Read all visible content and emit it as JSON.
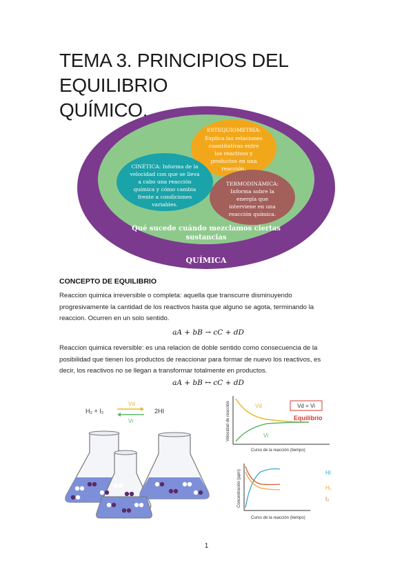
{
  "document": {
    "title_line1": "TEMA 3. PRINCIPIOS DEL EQUILIBRIO",
    "title_line2": "QUÍMICO.",
    "page_number": "1"
  },
  "diagram": {
    "outer_label": "QUÍMICA",
    "inner_label_line1": "Qué sucede cuándo mezclamos ciertas",
    "inner_label_line2": "sustancias",
    "estequiometria": [
      "ESTEQUIOMETRÍA:",
      "Explica las relaciones",
      "cuantitativas entre",
      "los reactivos y",
      "productos en una",
      "reacción."
    ],
    "cinetica": [
      "CINÉTICA: Informa de la",
      "velocidad con que se lleva",
      "a cabo una reacción",
      "química y cómo cambia",
      "frente a condiciones",
      "variables."
    ],
    "termodinamica": [
      "TERMODINÁMICA:",
      "Informa sobre la",
      "energía que",
      "interviene en una",
      "reacción química."
    ],
    "colors": {
      "outer": "#7b3a8e",
      "inner": "#8ec98c",
      "estequiometria": "#f2a71b",
      "cinetica": "#1aa3a8",
      "termodinamica": "#a35f5a"
    }
  },
  "concepto": {
    "heading": "CONCEPTO DE EQUILIBRIO",
    "irreversible": [
      "Reaccion quimica irreversible o completa: aquella que transcurre disminuyendo",
      "progresivamente la cantidad de los reactivos hasta que alguno se agota, terminando la",
      "reaccion. Ocurren en un solo sentido."
    ],
    "eq_irreversible": "aA + bB → cC + dD",
    "reversible": [
      "Reaccion quimica reversible: es una relacion de doble sentido como consecuencia de la",
      "posibilidad que tienen los productos de reaccionar para formar de nuevo los reactivos, es",
      "decir, los reactivos no se llegan a transformar totalmente en productos."
    ],
    "eq_reversible": "aA + bB ↔ cC + dD"
  },
  "figure": {
    "reaction_left": "H₂ + I₂",
    "reaction_right": "2HI",
    "arrow_forward": "Vd",
    "arrow_back": "Vi",
    "top_chart": {
      "ylabel": "Velocidad de reacción",
      "xlabel": "Curso de la reacción (tiempo)",
      "box_label": "Vd = Vi",
      "eq_label": "Equilibrio",
      "vd_label": "Vd",
      "vi_label": "Vi"
    },
    "bottom_chart": {
      "ylabel": "Concentración (ppm)",
      "xlabel": "Curso de la reacción (tiempo)",
      "hi_label": "HI",
      "h2_label": "H₂",
      "i2_label": "I₂"
    },
    "colors": {
      "vd": "#e8b825",
      "vi": "#5db36b",
      "equilibrio": "#d43a2f",
      "box": "#d43a2f",
      "hi": "#3aa7c9",
      "h2": "#f0a23a",
      "i2": "#d65a3a"
    }
  }
}
